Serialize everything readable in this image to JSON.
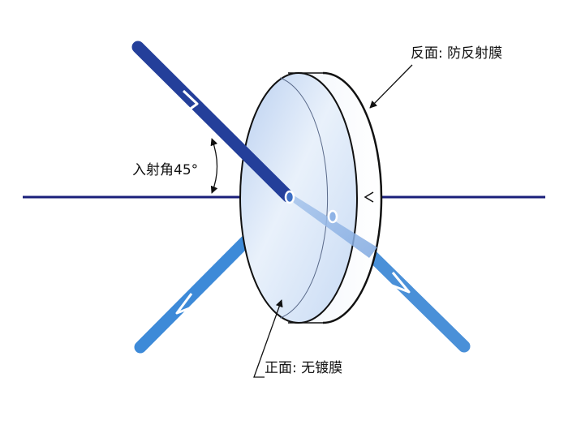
{
  "labels": {
    "back_face": "反面: 防反射膜",
    "front_face": "正面: 无镀膜",
    "incident_angle": "入射角45°"
  },
  "colors": {
    "optical_axis": "#1a1f7a",
    "incident_beam": "#243f9a",
    "reflected_beam": "#3d8ad8",
    "transmitted_beam": "#4a90d8",
    "lens_fill": "#d6e5f7",
    "lens_edge": "#111111",
    "annotation_line": "#111111"
  }
}
